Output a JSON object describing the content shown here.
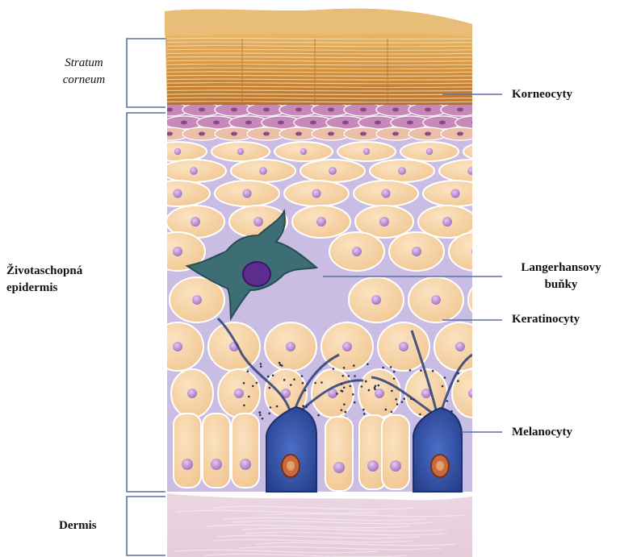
{
  "layers": {
    "stratum_corneum": [
      "Stratum",
      "corneum"
    ],
    "viable_epidermis": [
      "Životaschopná",
      "epidermis"
    ],
    "dermis": "Dermis"
  },
  "structures": {
    "corneocytes": "Korneocyty",
    "langerhans": [
      "Langerhansovy",
      "buňky"
    ],
    "keratinocytes": "Keratinocyty",
    "melanocytes": "Melanocyty"
  },
  "colors": {
    "stratum_corneum": "#d4913c",
    "keratinocyte": "#f6d3a6",
    "nucleus": "#b88ad0",
    "intercellular": "#c7b9e0",
    "langerhans_cell": "#3d6e74",
    "melanocyte": "#2d4a9a",
    "dermis": "#e6d1de",
    "bracket": "#5b6fa3"
  }
}
